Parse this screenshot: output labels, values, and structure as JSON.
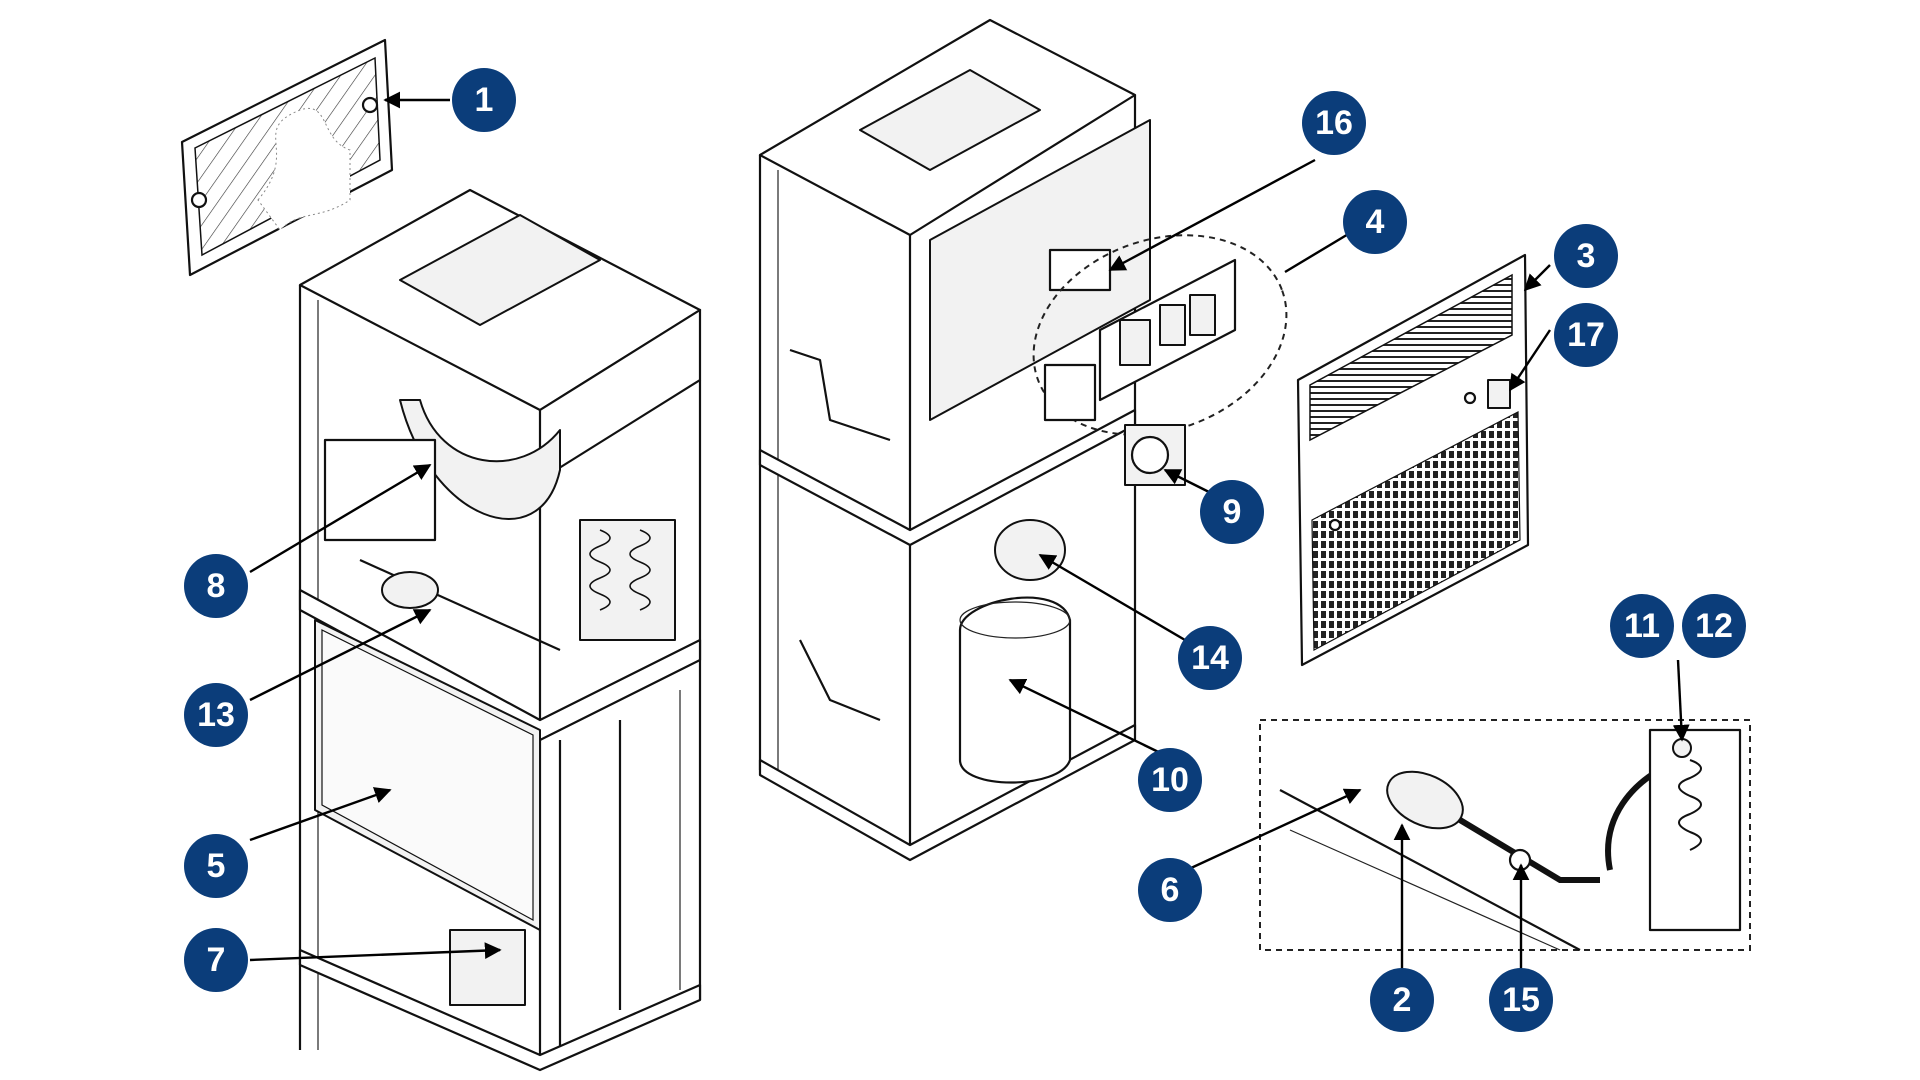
{
  "callouts": [
    {
      "id": "c1",
      "label": "1"
    },
    {
      "id": "c2",
      "label": "2"
    },
    {
      "id": "c3",
      "label": "3"
    },
    {
      "id": "c4",
      "label": "4"
    },
    {
      "id": "c5",
      "label": "5"
    },
    {
      "id": "c6",
      "label": "6"
    },
    {
      "id": "c7",
      "label": "7"
    },
    {
      "id": "c8",
      "label": "8"
    },
    {
      "id": "c9",
      "label": "9"
    },
    {
      "id": "c10",
      "label": "10"
    },
    {
      "id": "c11",
      "label": "11"
    },
    {
      "id": "c12",
      "label": "12"
    },
    {
      "id": "c13",
      "label": "13"
    },
    {
      "id": "c14",
      "label": "14"
    },
    {
      "id": "c15",
      "label": "15"
    },
    {
      "id": "c16",
      "label": "16"
    },
    {
      "id": "c17",
      "label": "17"
    }
  ],
  "colors": {
    "callout_fill": "#0b3d7a",
    "callout_text": "#ffffff",
    "line_art": "#111111"
  }
}
